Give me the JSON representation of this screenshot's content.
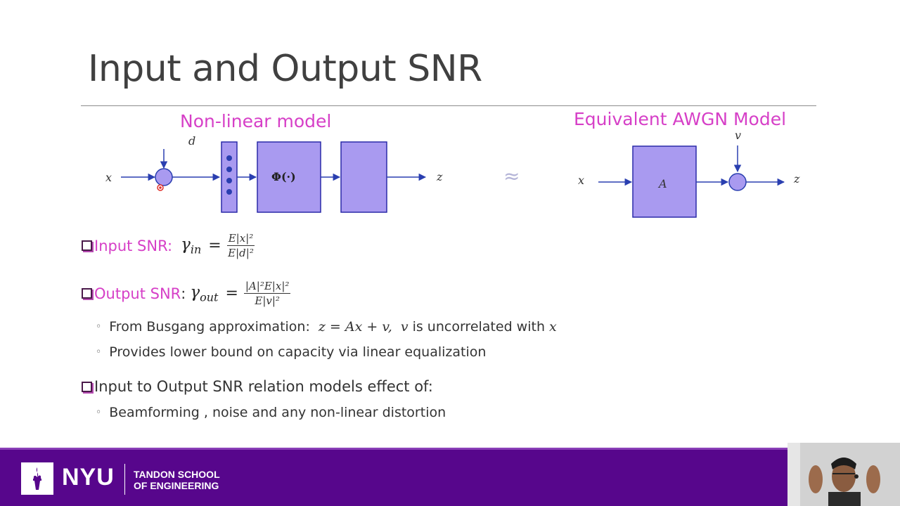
{
  "slide": {
    "title": "Input and Output SNR"
  },
  "diagram_left": {
    "heading": "Non-linear model",
    "label_x": "x",
    "label_d": "d",
    "label_z": "z",
    "phi_block": "Φ(·)"
  },
  "approx_symbol": "≈",
  "diagram_right": {
    "heading": "Equivalent AWGN Model",
    "label_x": "x",
    "label_v": "v",
    "label_z": "z",
    "a_block": "A"
  },
  "bullets": {
    "input_snr": {
      "label": "Input SNR:",
      "symbol": "γ",
      "subscript": "in",
      "equals": "=",
      "numerator": "E|x|²",
      "denominator": "E|d|²"
    },
    "output_snr": {
      "label": "Output SNR",
      "colon": ":",
      "symbol": "γ",
      "subscript": "out",
      "equals": "=",
      "numerator": "|A|²E|x|²",
      "denominator": "E|v|²"
    },
    "output_sub": [
      {
        "text_prefix": "From Busgang approximation:",
        "math": "z = Ax + v,",
        "text_mid_math": "v",
        "text_suffix": "is uncorrelated with",
        "math_end": "x"
      },
      {
        "text": "Provides lower bound on capacity via linear equalization"
      }
    ],
    "relation": {
      "label": "Input to Output SNR relation models effect of:",
      "sub": "Beamforming , noise and any non-linear distortion"
    }
  },
  "footer": {
    "brand": "NYU",
    "school_line1": "TANDON SCHOOL",
    "school_line2": "OF ENGINEERING"
  },
  "colors": {
    "accent_pink": "#d63fc7",
    "block_fill": "#a99af0",
    "block_stroke": "#2a2aa8",
    "footer_purple": "#57068c"
  }
}
